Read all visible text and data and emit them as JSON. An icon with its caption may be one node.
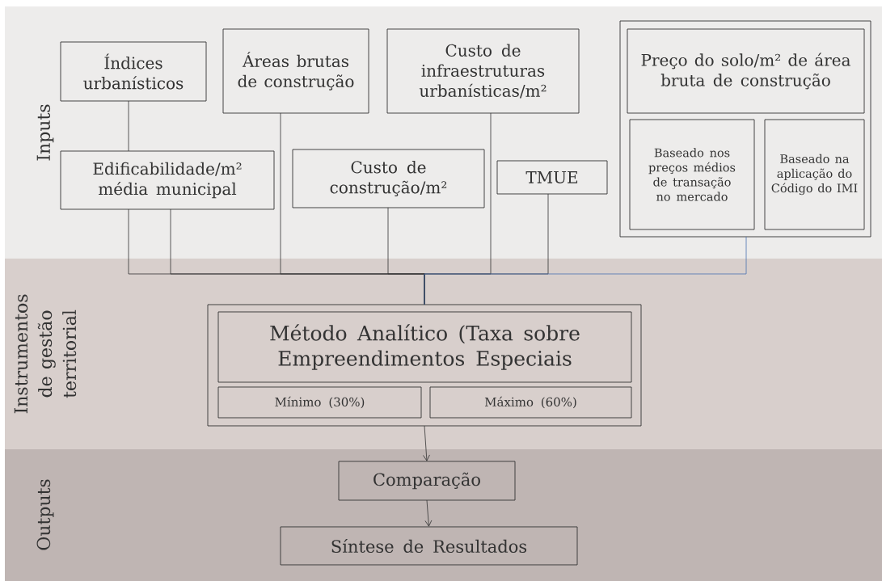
{
  "diagram": {
    "nodes": [
      {
        "text": [
          "Inputs"
        ]
      },
      {
        "text": [
          "Índices urbanísticos"
        ],
        "in": 0
      },
      {
        "text": [
          "Áreas brutas de construção"
        ],
        "in": 0
      },
      {
        "text": [
          "Custo de infraestruturas urbanísticas/m²"
        ],
        "in": 0
      },
      {
        "text": [],
        "shape": "box",
        "in": 0
      },
      {
        "text": [
          "Preço do solo/m² de área bruta de construção"
        ],
        "in": 4
      },
      {
        "text": [
          "Baseado nos preços médios de transação no mercado"
        ],
        "in": 4
      },
      {
        "text": [
          "Baseado na aplicação do Código do IMI"
        ],
        "in": 4
      },
      {
        "text": [
          "Edificabilidade/m² média municipal"
        ],
        "in": 0
      },
      {
        "text": [
          "Custo de construção/m²"
        ],
        "in": 0
      },
      {
        "text": [
          "TMUE"
        ],
        "in": 0
      },
      {
        "text": [
          "Instrumentos de gestão territorial"
        ]
      },
      {
        "text": [],
        "shape": "box",
        "in": 11
      },
      {
        "text": [
          "Método Analítico (Taxa sobre Empreendimentos Especiais"
        ],
        "in": 12
      },
      {
        "text": [
          "Mínimo (30%)"
        ],
        "in": 12
      },
      {
        "text": [
          "Máximo (60%)"
        ],
        "in": 12
      },
      {
        "text": [
          "Outputs"
        ]
      },
      {
        "text": [
          "Comparação"
        ],
        "in": 16
      },
      {
        "text": [
          "Síntese de Resultados"
        ],
        "in": 16
      }
    ],
    "edges": [
      {
        "from": 1,
        "to": 8,
        "arrow": "none"
      },
      {
        "from": 8,
        "to": 12,
        "arrow": "none"
      },
      {
        "from": 8,
        "to": 12,
        "arrow": "none"
      },
      {
        "from": 2,
        "to": 12,
        "arrow": "none"
      },
      {
        "from": 9,
        "to": 12,
        "arrow": "none"
      },
      {
        "from": 3,
        "to": 12,
        "arrow": "none"
      },
      {
        "from": 10,
        "to": 12,
        "arrow": "none"
      },
      {
        "from": 4,
        "to": 12,
        "arrow": "none",
        "color": "#4a72b0"
      },
      {
        "from": 12,
        "to": 17,
        "arrow": "to"
      },
      {
        "from": 17,
        "to": 18,
        "arrow": "to"
      }
    ]
  }
}
